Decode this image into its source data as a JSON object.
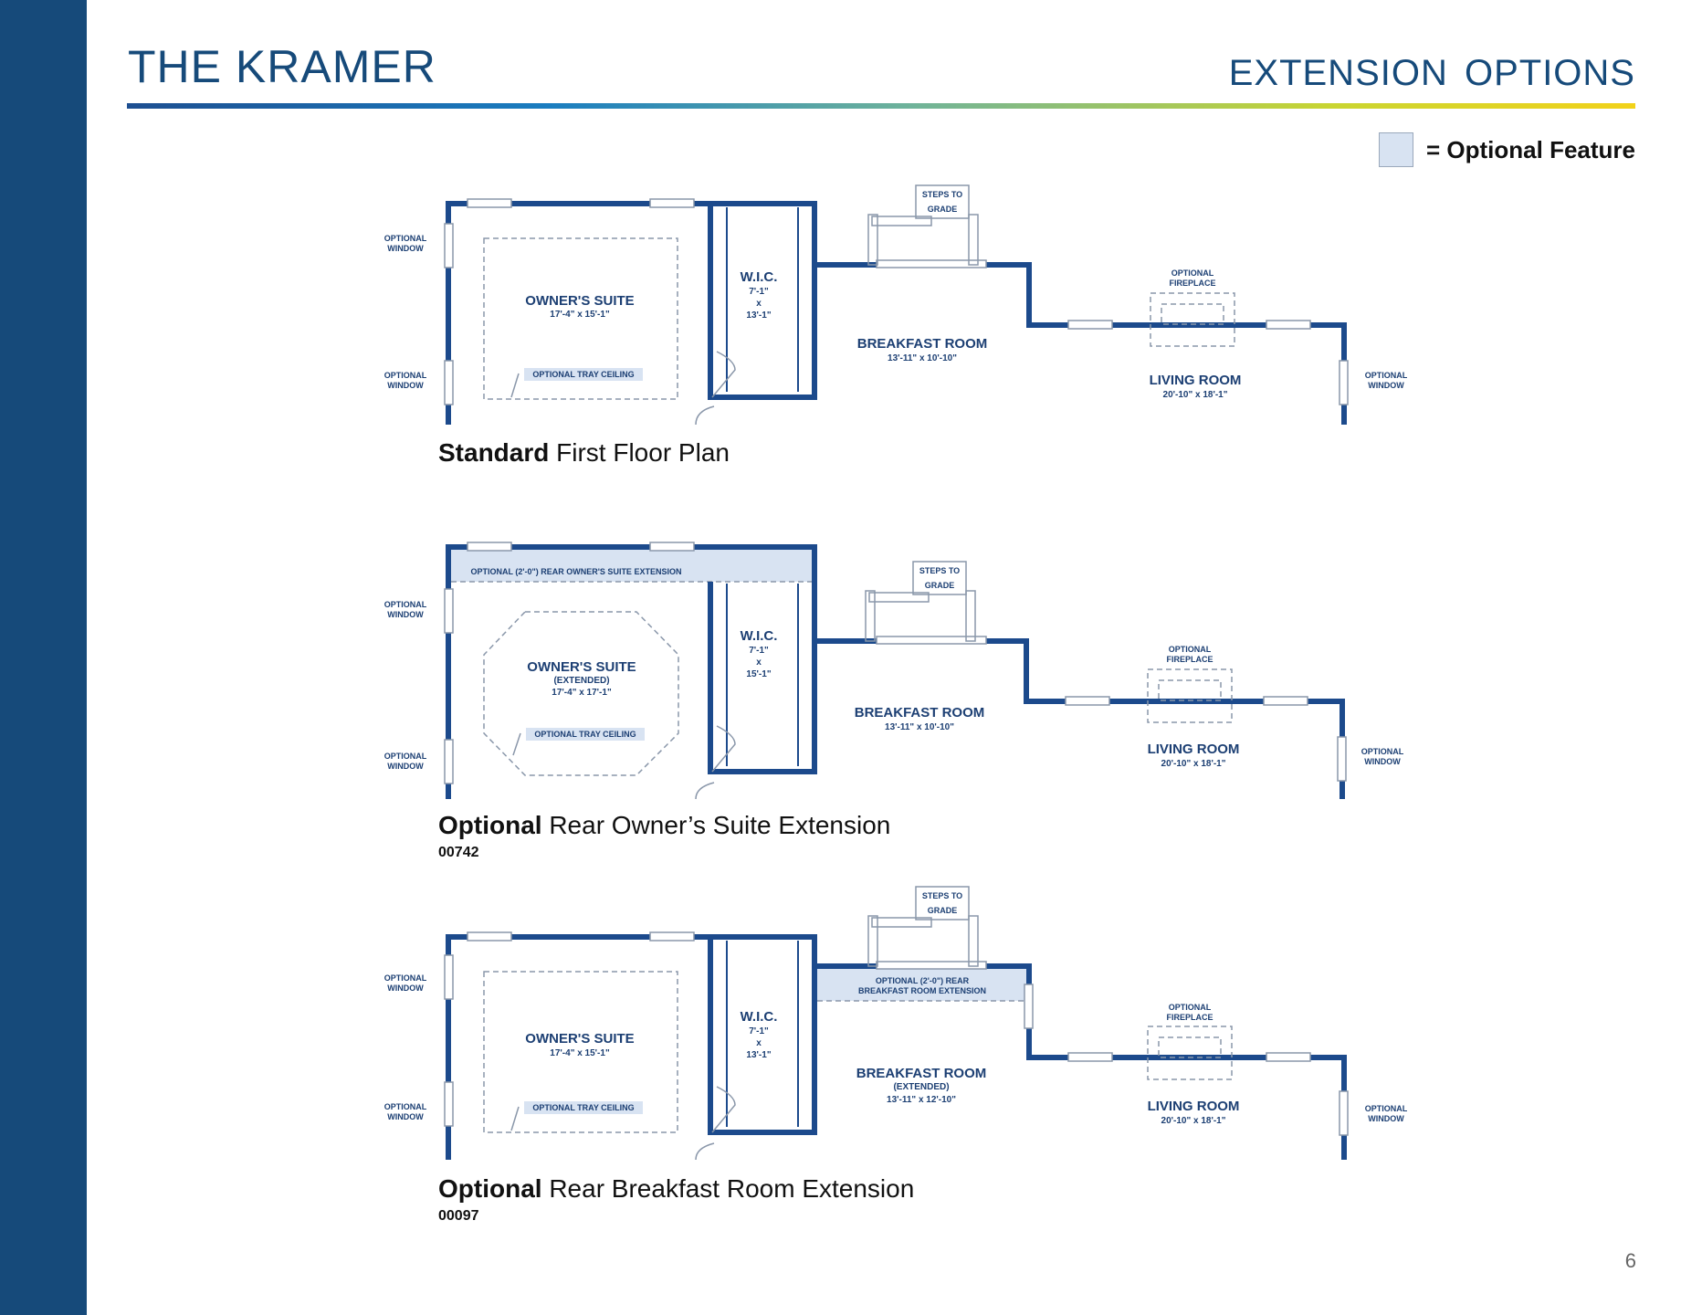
{
  "header": {
    "title": "THE KRAMER",
    "section": "EXTENSION  OPTIONS"
  },
  "legend": {
    "label": "= Optional Feature",
    "swatch_color": "#d8e3f2"
  },
  "colors": {
    "sidebar": "#164a7a",
    "wall": "#1c4a8c",
    "label": "#1c3f73",
    "optional_fill": "#d8e3f2"
  },
  "plans": [
    {
      "caption_bold": "Standard",
      "caption_rest": " First Floor Plan",
      "code": "",
      "labels": {
        "opt_window_1": [
          "OPTIONAL",
          "WINDOW"
        ],
        "opt_window_2": [
          "OPTIONAL",
          "WINDOW"
        ],
        "opt_window_3": [
          "OPTIONAL",
          "WINDOW"
        ],
        "owners_suite": "OWNER'S SUITE",
        "owners_suite_sub": "",
        "owners_suite_dim": "17'-4\" x 15'-1\"",
        "tray_ceiling": "OPTIONAL TRAY CEILING",
        "wic": "W.I.C.",
        "wic_dim": [
          "7'-1\"",
          "x",
          "13'-1\""
        ],
        "steps": [
          "STEPS TO",
          "GRADE"
        ],
        "breakfast": "BREAKFAST ROOM",
        "breakfast_sub": "",
        "breakfast_dim": "13'-11\" x 10'-10\"",
        "fireplace": [
          "OPTIONAL",
          "FIREPLACE"
        ],
        "living": "LIVING ROOM",
        "living_dim": "20'-10\" x 18'-1\"",
        "extension": []
      }
    },
    {
      "caption_bold": "Optional",
      "caption_rest": " Rear Owner’s Suite Extension",
      "code": "00742",
      "labels": {
        "opt_window_1": [
          "OPTIONAL",
          "WINDOW"
        ],
        "opt_window_2": [
          "OPTIONAL",
          "WINDOW"
        ],
        "opt_window_3": [
          "OPTIONAL",
          "WINDOW"
        ],
        "owners_suite": "OWNER'S SUITE",
        "owners_suite_sub": "(EXTENDED)",
        "owners_suite_dim": "17'-4\" x 17'-1\"",
        "tray_ceiling": "OPTIONAL TRAY CEILING",
        "wic": "W.I.C.",
        "wic_dim": [
          "7'-1\"",
          "x",
          "15'-1\""
        ],
        "steps": [
          "STEPS TO",
          "GRADE"
        ],
        "breakfast": "BREAKFAST ROOM",
        "breakfast_sub": "",
        "breakfast_dim": "13'-11\" x 10'-10\"",
        "fireplace": [
          "OPTIONAL",
          "FIREPLACE"
        ],
        "living": "LIVING ROOM",
        "living_dim": "20'-10\" x 18'-1\"",
        "extension": [
          "OPTIONAL (2'-0\") REAR OWNER'S SUITE EXTENSION"
        ]
      }
    },
    {
      "caption_bold": "Optional",
      "caption_rest": " Rear Breakfast Room Extension",
      "code": "00097",
      "labels": {
        "opt_window_1": [
          "OPTIONAL",
          "WINDOW"
        ],
        "opt_window_2": [
          "OPTIONAL",
          "WINDOW"
        ],
        "opt_window_3": [
          "OPTIONAL",
          "WINDOW"
        ],
        "owners_suite": "OWNER'S SUITE",
        "owners_suite_sub": "",
        "owners_suite_dim": "17'-4\" x 15'-1\"",
        "tray_ceiling": "OPTIONAL TRAY CEILING",
        "wic": "W.I.C.",
        "wic_dim": [
          "7'-1\"",
          "x",
          "13'-1\""
        ],
        "steps": [
          "STEPS TO",
          "GRADE"
        ],
        "breakfast": "BREAKFAST ROOM",
        "breakfast_sub": "(EXTENDED)",
        "breakfast_dim": "13'-11\" x 12'-10\"",
        "fireplace": [
          "OPTIONAL",
          "FIREPLACE"
        ],
        "living": "LIVING ROOM",
        "living_dim": "20'-10\" x 18'-1\"",
        "extension": [
          "OPTIONAL (2'-0\") REAR",
          "BREAKFAST ROOM EXTENSION"
        ]
      }
    }
  ],
  "page_number": "6"
}
